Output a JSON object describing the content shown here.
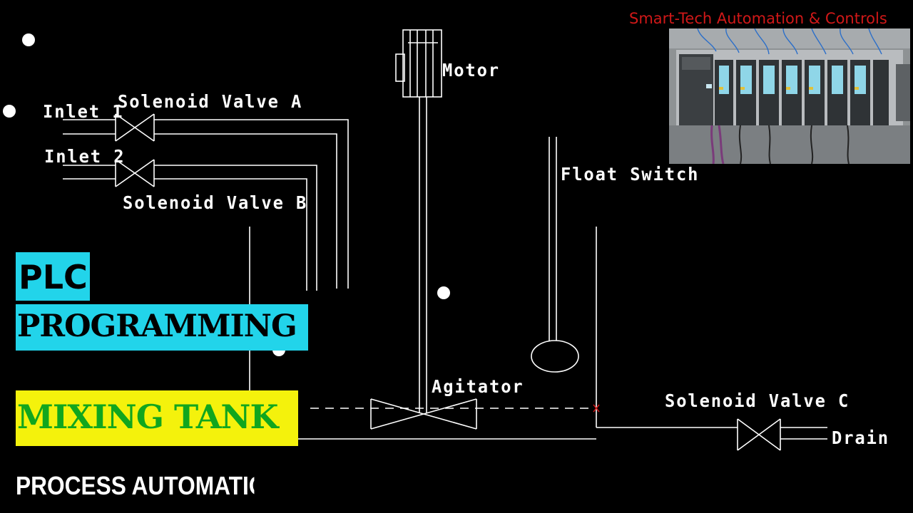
{
  "diagram": {
    "labels": {
      "motor": "Motor",
      "inlet_1": "Inlet 1",
      "inlet_2": "Inlet 2",
      "solenoid_valve_a": "Solenoid Valve A",
      "solenoid_valve_b": "Solenoid Valve B",
      "solenoid_valve_c": "Solenoid Valve C",
      "float_switch": "Float Switch",
      "agitator": "Agitator",
      "drain": "Drain"
    }
  },
  "branding": {
    "channel_name": "Smart-Tech Automation & Controls"
  },
  "overlay": {
    "line_1": "PLC",
    "line_2": "PROGRAMMING",
    "line_3": "MIXING TANK",
    "line_4": "PROCESS AUTOMATION"
  },
  "colors": {
    "background": "#000000",
    "line": "#ffffff",
    "cyan_tag": "#22d4ea",
    "yellow_tag": "#f4f20c",
    "green_text": "#11a61e",
    "brand_red": "#d01818"
  }
}
